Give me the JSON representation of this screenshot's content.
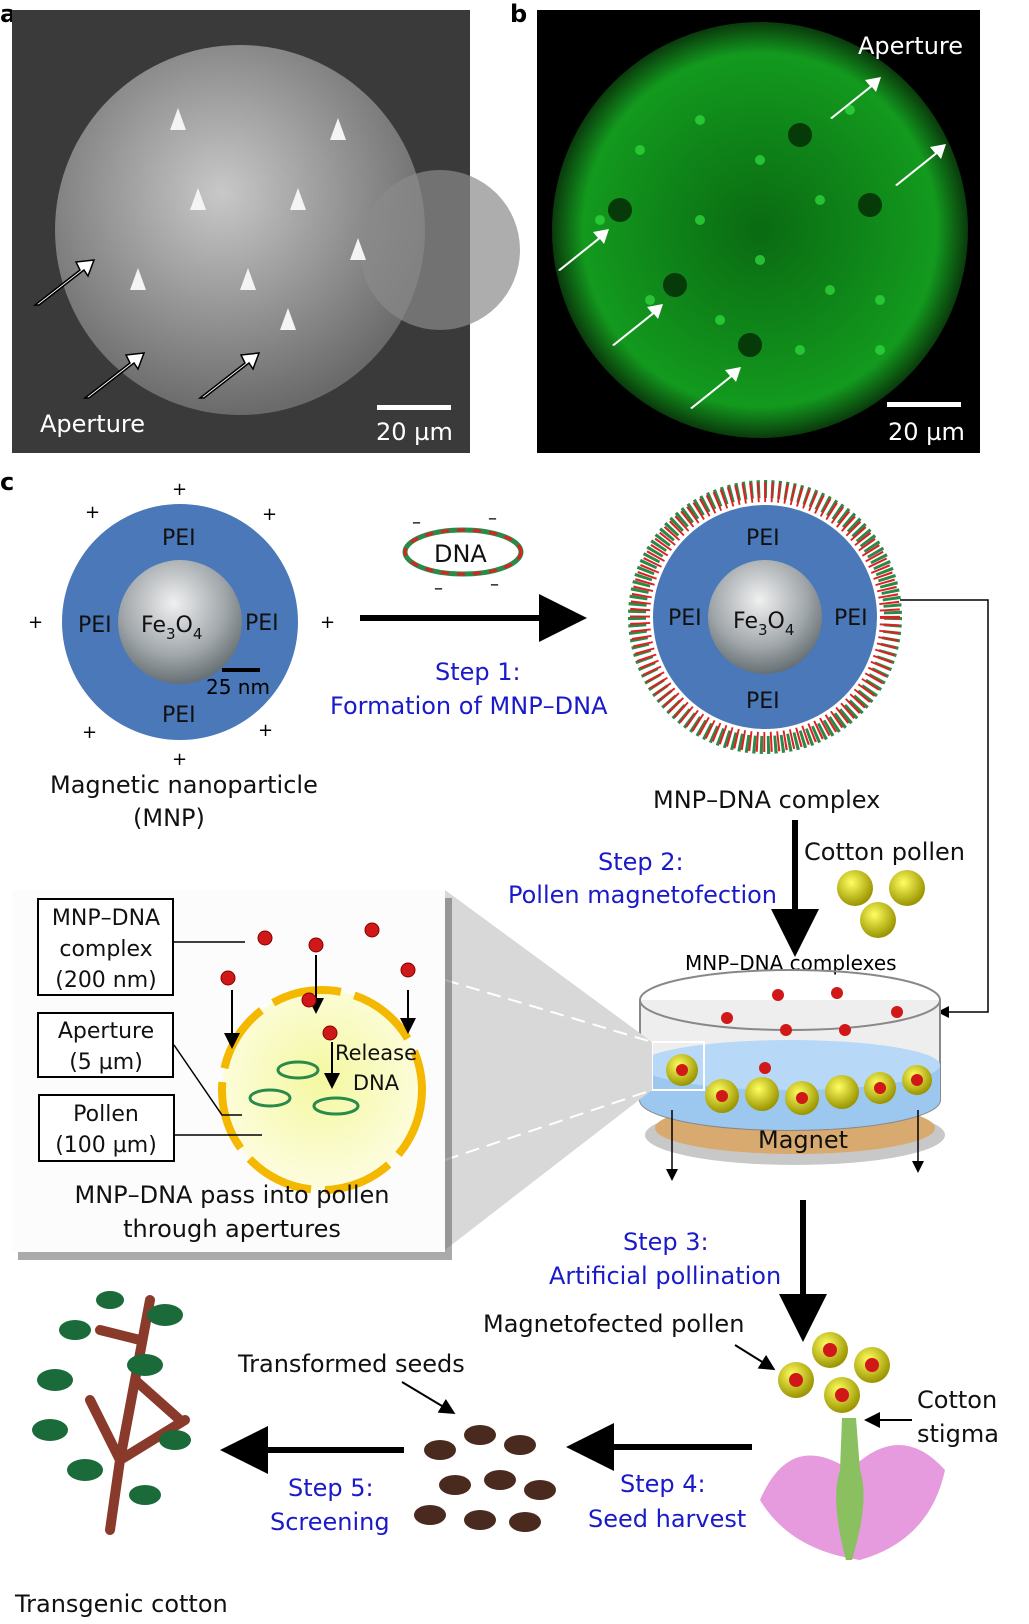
{
  "panels": {
    "a": "a",
    "b": "b",
    "c": "c"
  },
  "panel_a": {
    "aperture_label": "Aperture",
    "scale_bar": "20 µm"
  },
  "panel_b": {
    "aperture_label": "Aperture",
    "scale_bar": "20 µm"
  },
  "mnp": {
    "pei": "PEI",
    "core": "Fe",
    "core_sub1": "3",
    "core_o": "O",
    "core_sub2": "4",
    "scale": "25 nm",
    "title1": "Magnetic nanoparticle",
    "title2": "(MNP)",
    "plus": "+"
  },
  "dna_label": "DNA",
  "minus": "–",
  "step1": {
    "line1": "Step 1:",
    "line2": "Formation of MNP–DNA"
  },
  "complex_label": "MNP–DNA complex",
  "step2": {
    "line1": "Step 2:",
    "line2": "Pollen magnetofection"
  },
  "cotton_pollen": "Cotton pollen",
  "complexes_label": "MNP–DNA  complexes",
  "magnet": "Magnet",
  "inset": {
    "box1": [
      "MNP–DNA",
      "complex",
      "(200 nm)"
    ],
    "box2": [
      "Aperture",
      "(5 µm)"
    ],
    "box3": [
      "Pollen",
      "(100 µm)"
    ],
    "release": [
      "Release",
      "DNA"
    ],
    "caption": [
      "MNP–DNA pass into pollen",
      "through apertures"
    ]
  },
  "step3": {
    "line1": "Step 3:",
    "line2": "Artificial pollination"
  },
  "magnetofected_pollen": "Magnetofected pollen",
  "cotton_stigma": [
    "Cotton",
    "stigma"
  ],
  "transformed_seeds": "Transformed seeds",
  "step4": {
    "line1": "Step 4:",
    "line2": "Seed harvest"
  },
  "step5": {
    "line1": "Step 5:",
    "line2": "Screening"
  },
  "transgenic_cotton": "Transgenic cotton",
  "colors": {
    "pei_blue": "#4a78b8",
    "step_text": "#1a1ac8",
    "pollen_yellow": "#c8c200",
    "aperture_orange": "#f5b800"
  }
}
